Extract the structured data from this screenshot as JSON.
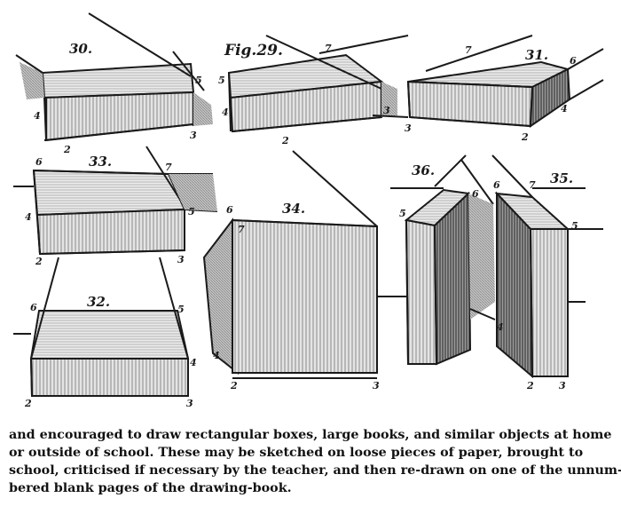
{
  "figure": {
    "fig_title": "Fig.29.",
    "box_labels": {
      "b30": "30.",
      "b31": "31.",
      "b33": "33.",
      "b34": "34.",
      "b36": "36.",
      "b35": "35.",
      "b32": "32."
    },
    "corner_numbers": {
      "n1": "5",
      "n2": "4",
      "n3": "2",
      "n4": "3",
      "n5": "7",
      "n6": "5",
      "n7": "4",
      "n8": "2",
      "n9": "3",
      "n10": "7",
      "n11": "6",
      "n12": "4",
      "n13": "3",
      "n14": "2",
      "n15": "6",
      "n16": "7",
      "n17": "4",
      "n18": "5",
      "n19": "2",
      "n20": "3",
      "n21": "6",
      "n22": "7",
      "n23": "4",
      "n24": "2",
      "n25": "3",
      "n26": "5",
      "n27": "6",
      "n28": "6",
      "n29": "7",
      "n30": "5",
      "n31": "4",
      "n32": "2",
      "n33": "3",
      "n34": "6",
      "n35": "5",
      "n36": "4",
      "n37": "2",
      "n38": "3"
    }
  },
  "caption": {
    "line1": "and encouraged to draw rectangular boxes, large books, and similar objects at home",
    "line2": "or outside of school.  These may be sketched on loose pieces of paper, brought to",
    "line3": "school, criticised if necessary by the teacher, and then re-drawn on one of the unnum-",
    "line4": "bered blank pages of the drawing-book."
  }
}
